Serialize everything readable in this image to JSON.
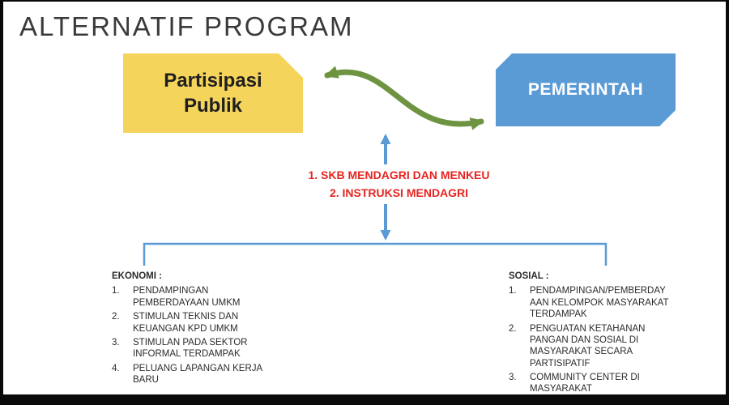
{
  "slide": {
    "title": "ALTERNATIF PROGRAM"
  },
  "boxes": {
    "participation": {
      "label": "Partisipasi\nPublik",
      "fill": "#F5D45C"
    },
    "government": {
      "label": "PEMERINTAH",
      "fill": "#5B9BD5"
    }
  },
  "connector_notes": {
    "line1": "1. SKB MENDAGRI DAN MENKEU",
    "line2": "2. INSTRUKSI MENDAGRI",
    "color": "#E52420"
  },
  "columns": {
    "economy": {
      "heading": "EKONOMI :",
      "items": [
        {
          "num": "1.",
          "text": "PENDAMPINGAN\nPEMBERDAYAAN UMKM"
        },
        {
          "num": "2.",
          "text": "STIMULAN TEKNIS DAN\nKEUANGAN KPD UMKM"
        },
        {
          "num": "3.",
          "text": "STIMULAN PADA SEKTOR\nINFORMAL TERDAMPAK"
        },
        {
          "num": "4.",
          "text": "PELUANG LAPANGAN KERJA\nBARU"
        }
      ]
    },
    "social": {
      "heading": "SOSIAL :",
      "items": [
        {
          "num": "1.",
          "text": "PENDAMPINGAN/PEMBERDAY\nAAN KELOMPOK MASYARAKAT\nTERDAMPAK"
        },
        {
          "num": "2.",
          "text": "PENGUATAN KETAHANAN\nPANGAN DAN SOSIAL DI\nMASYARAKAT SECARA\nPARTISIPATIF"
        },
        {
          "num": "3.",
          "text": "COMMUNITY CENTER DI\nMASYARAKAT"
        }
      ]
    }
  },
  "colors": {
    "arrow_green": "#6F9441",
    "connector_blue": "#5B9BD5",
    "box_yellow": "#F5D45C",
    "box_blue": "#5B9BD5",
    "note_red": "#E52420",
    "title_gray": "#3A3A3A",
    "frame_black": "#0A0A0A"
  }
}
